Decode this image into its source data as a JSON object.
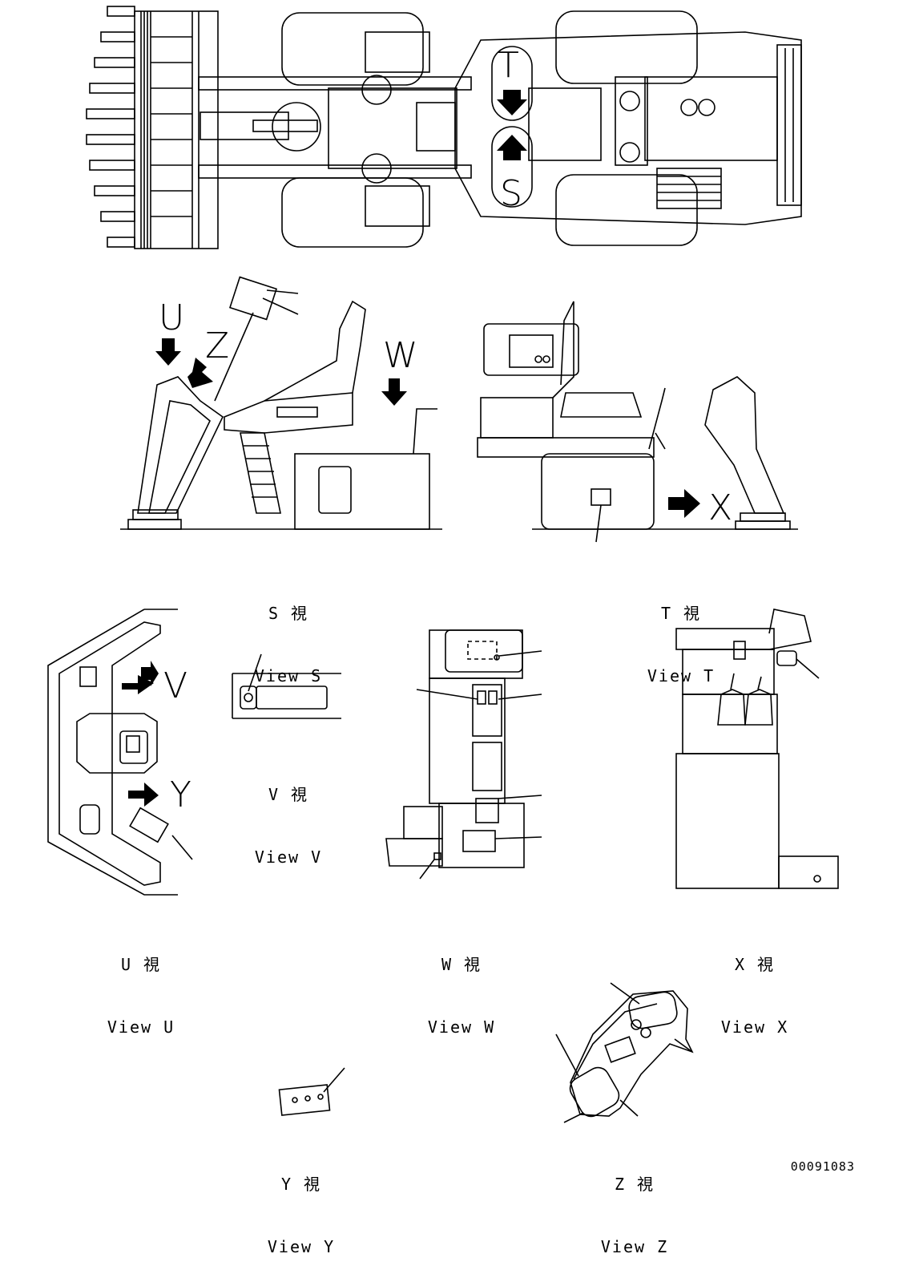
{
  "top_view": {
    "arrow_labels": {
      "t": "T",
      "s": "S"
    }
  },
  "views": {
    "s": {
      "line1": "S 視",
      "line2": "View S"
    },
    "t": {
      "line1": "T 視",
      "line2": "View T"
    },
    "u": {
      "line1": "U 視",
      "line2": "View U"
    },
    "v": {
      "line1": "V 視",
      "line2": "View V"
    },
    "w": {
      "line1": "W 視",
      "line2": "View W"
    },
    "x": {
      "line1": "X 視",
      "line2": "View X"
    },
    "y": {
      "line1": "Y 視",
      "line2": "View Y"
    },
    "z": {
      "line1": "Z 視",
      "line2": "View Z"
    }
  },
  "arrow_letters": {
    "u": "U",
    "z": "Z",
    "w": "W",
    "x": "X",
    "v": "V",
    "y": "Y"
  },
  "drawing_number": "00091083"
}
